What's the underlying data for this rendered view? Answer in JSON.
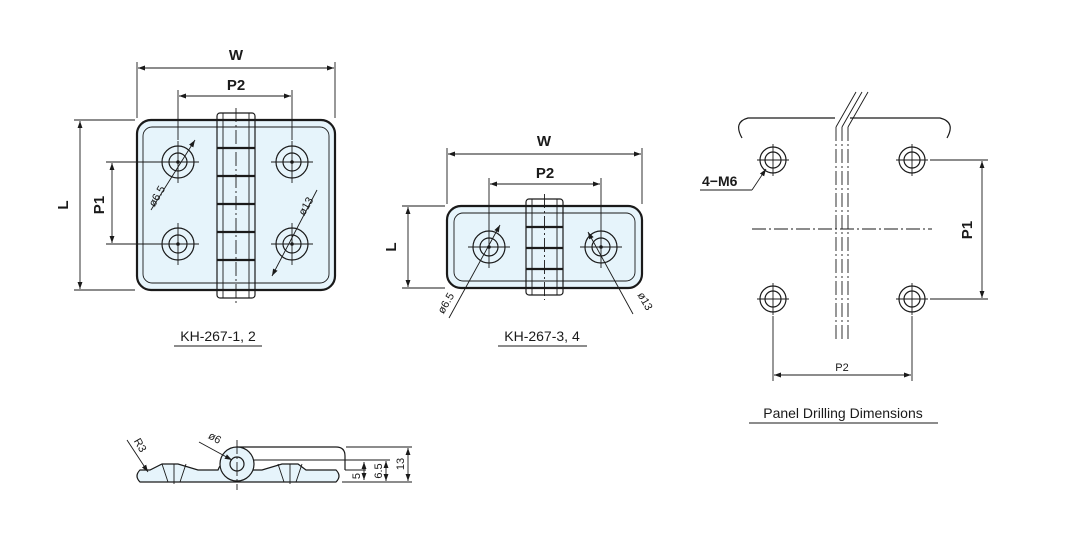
{
  "drawing_a": {
    "caption": "KH-267-1, 2",
    "dim_w": "W",
    "dim_p2": "P2",
    "dim_l": "L",
    "dim_p1": "P1",
    "hole_small": "ø6.5",
    "hole_large": "ø13"
  },
  "drawing_b": {
    "caption": "KH-267-3, 4",
    "dim_w": "W",
    "dim_p2": "P2",
    "dim_l": "L",
    "hole_small": "ø6.5",
    "hole_large": "ø13"
  },
  "side_view": {
    "radius": "R3",
    "pin": "ø6",
    "dim_5": "5",
    "dim_6_5": "6.5",
    "dim_13": "13"
  },
  "panel": {
    "caption": "Panel Drilling Dimensions",
    "thread": "4−M6",
    "dim_p1": "P1",
    "dim_p2": "P2"
  },
  "colors": {
    "fill": "#e6f4fb",
    "line": "#1a1a1a"
  }
}
